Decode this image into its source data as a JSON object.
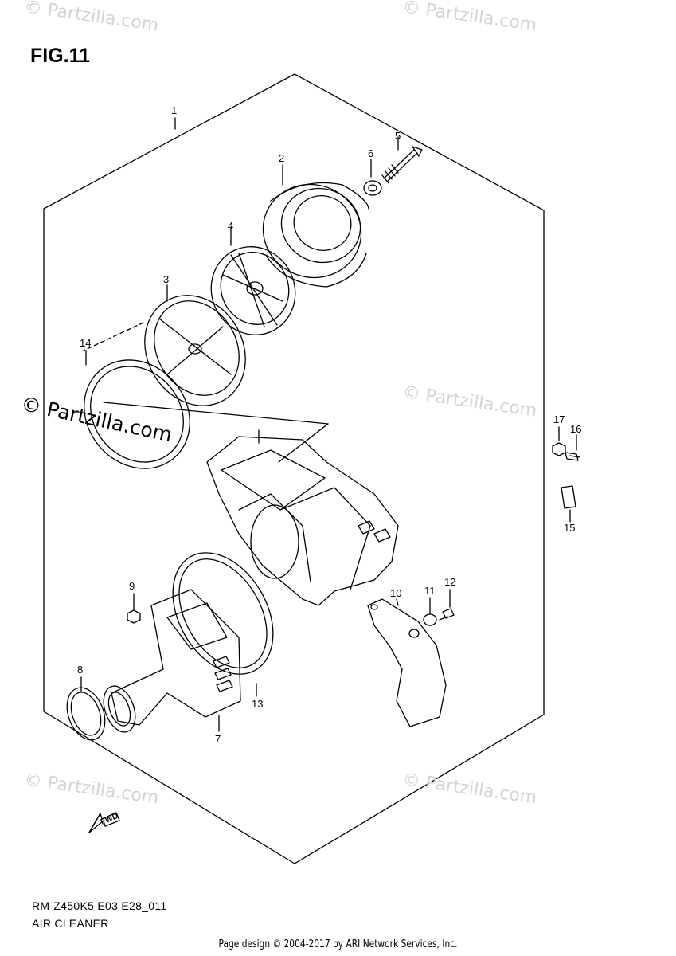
{
  "figure": {
    "title": "FIG.11",
    "model_code": "RM-Z450K5 E03 E28_011",
    "diagram_name": "AIR CLEANER"
  },
  "callouts": [
    "1",
    "2",
    "3",
    "4",
    "5",
    "6",
    "7",
    "8",
    "9",
    "10",
    "11",
    "12",
    "13",
    "14",
    "15",
    "16",
    "17"
  ],
  "forward_marker": "FWD",
  "watermark": {
    "light": "© Partzilla.com",
    "dark": "© Partzilla.com"
  },
  "footer": "Page design © 2004-2017 by ARI Network Services, Inc.",
  "colors": {
    "line": "#000000",
    "watermark": "#d4d4d4",
    "background": "#ffffff"
  }
}
